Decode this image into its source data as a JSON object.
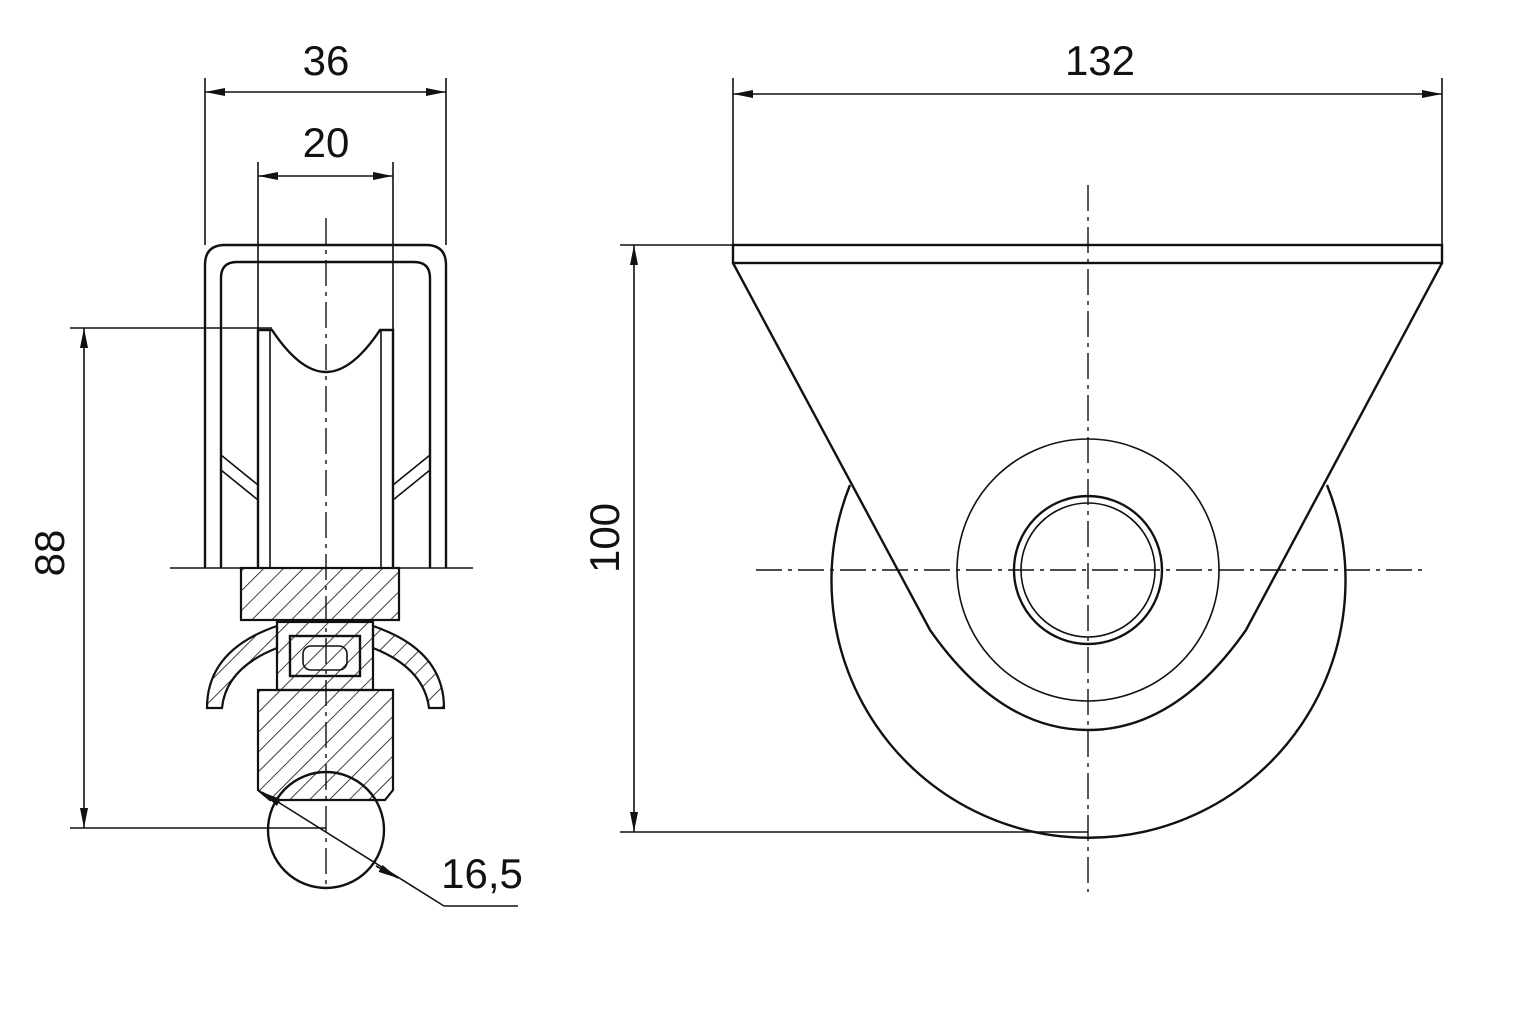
{
  "dimensions": {
    "side_outer_width": "36",
    "side_groove_width": "20",
    "side_height": "88",
    "rail_diameter": "16,5",
    "front_width": "132",
    "front_height": "100"
  },
  "colors": {
    "line": "#111111",
    "background": "#ffffff"
  }
}
